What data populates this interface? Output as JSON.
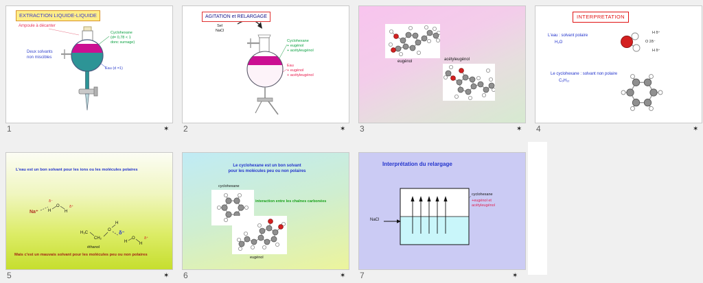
{
  "ui": {
    "star": "✶",
    "background": "#f0f0f0"
  },
  "slides": [
    {
      "number": "1",
      "title": "EXTRACTION LIQUIDE-LIQUIDE",
      "ampoule": "Ampoule à décanter",
      "cyclohexane": "Cyclohexane\n(d= 0,78 < 1\ndonc surnage)",
      "solvants": "Deux solvants\nnon miscibles",
      "eau": "Eau (d =1)"
    },
    {
      "number": "2",
      "title": "AGITATION et RELARGAGE",
      "sel": "Sel\nNaCl",
      "cyclohexane": "Cyclohexane\n+ eugénol\n+ acétyleugénol",
      "eau": "Eau\n+ eugénol\n+ acétyleugénol"
    },
    {
      "number": "3",
      "eugenol": "eugénol",
      "acetyleugenol": "acétyleugénol"
    },
    {
      "number": "4",
      "title": "INTERPRETATION",
      "eau": "L'eau : solvant polaire",
      "eau_formula": "H₂O",
      "lewis": {
        "top": "H δ⁺",
        "mid": "O 2δ⁻",
        "bottom": "H δ⁺"
      },
      "cyclohexane": "Le cyclohexane : solvant non polaire",
      "cyclohexane_formula": "C₆H₁₂"
    },
    {
      "number": "5",
      "top": "L'eau est un bon solvant pour les ions ou les molécules polaires",
      "na": "Na⁺",
      "water1": {
        "dm": "δ⁻",
        "dp": "δ⁺",
        "h1": "H",
        "o": "O",
        "h2": "H"
      },
      "eth": {
        "h3c": "H₃C",
        "ch2": "CH₂",
        "o": "O",
        "h": "H"
      },
      "ethanol_label": "éthanol",
      "water2": {
        "dm": "δ⁻",
        "dp": "δ⁺",
        "h1": "H",
        "o": "O",
        "h2": "H"
      },
      "bottom": "Mais c'est un mauvais solvant pour les molécules peu ou non polaires"
    },
    {
      "number": "6",
      "top": "Le cyclohexane est un bon solvant\npour les molécules peu ou non polaires",
      "cyclohexane": "cyclohexane",
      "interaction": "interaction entre les chaînes carbonées",
      "eugenol": "eugénol"
    },
    {
      "number": "7",
      "title": "Interprétation du relargage",
      "nacl": "NaCl",
      "cyclohexane": "cyclohexane",
      "eugenol": "+eugénol et\nacétyleugénol"
    }
  ]
}
